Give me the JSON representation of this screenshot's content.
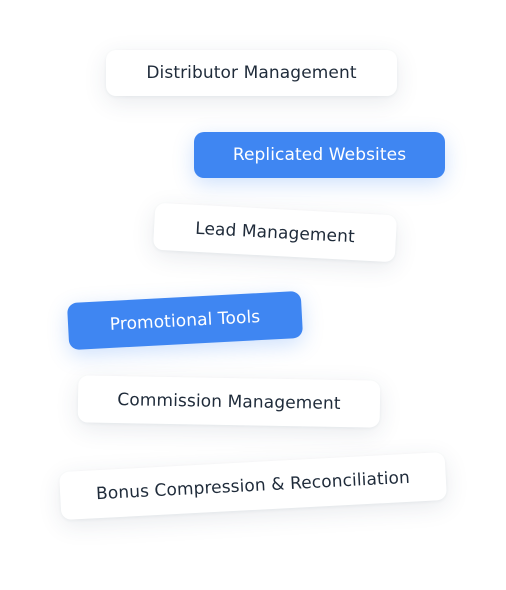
{
  "features": [
    {
      "label": "Distributor Management",
      "active": false
    },
    {
      "label": "Replicated Websites",
      "active": true
    },
    {
      "label": "Lead Management",
      "active": false
    },
    {
      "label": "Promotional Tools",
      "active": true
    },
    {
      "label": "Commission Management",
      "active": false
    },
    {
      "label": "Bonus Compression & Reconciliation",
      "active": false
    }
  ],
  "colors": {
    "active_bg": "#3f86f2",
    "active_text": "#ffffff",
    "inactive_bg": "#ffffff",
    "inactive_text": "#1f2b3a"
  }
}
